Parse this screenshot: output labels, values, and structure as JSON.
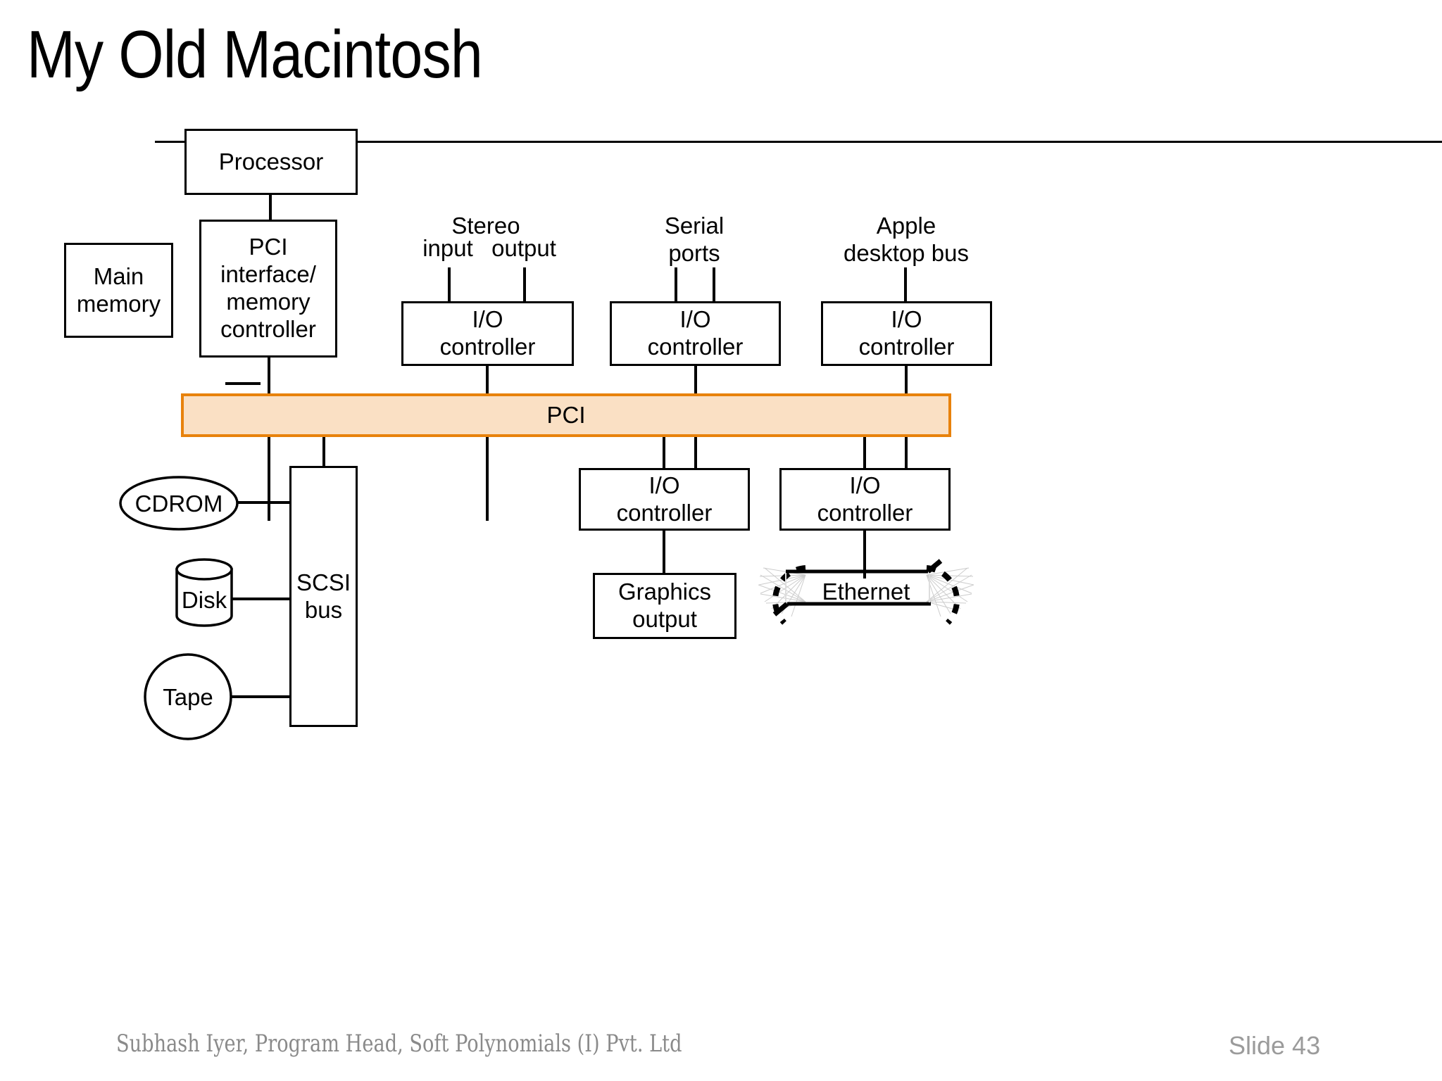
{
  "slide": {
    "title": "My Old Macintosh",
    "footer_credit": "Subhash Iyer, Program Head, Soft Polynomials (I) Pvt. Ltd",
    "footer_slide": "Slide 43"
  },
  "colors": {
    "pci_bar_fill": "#FAE0C4",
    "pci_bar_border": "#E8820C",
    "node_border": "#000000",
    "wire": "#000000",
    "footer_text": "#8a8a8a"
  },
  "diagram": {
    "title": "My Old Macintosh system block diagram",
    "nodes": {
      "processor": "Processor",
      "pci_interface": "PCI\ninterface/\nmemory\ncontroller",
      "main_memory": "Main\nmemory",
      "io_controller_stereo": "I/O\ncontroller",
      "io_controller_serial": "I/O\ncontroller",
      "io_controller_adb": "I/O\ncontroller",
      "io_controller_graphics": "I/O\ncontroller",
      "io_controller_ethernet": "I/O\ncontroller",
      "pci_bus": "PCI",
      "scsi_bus": "SCSI\nbus",
      "graphics_output": "Graphics\noutput",
      "cdrom": "CDROM",
      "disk": "Disk",
      "tape": "Tape",
      "ethernet": "Ethernet"
    },
    "port_labels": {
      "stereo": "Stereo",
      "stereo_input": "input",
      "stereo_output": "output",
      "serial_ports": "Serial\nports",
      "apple_desktop_bus": "Apple\ndesktop bus"
    }
  }
}
